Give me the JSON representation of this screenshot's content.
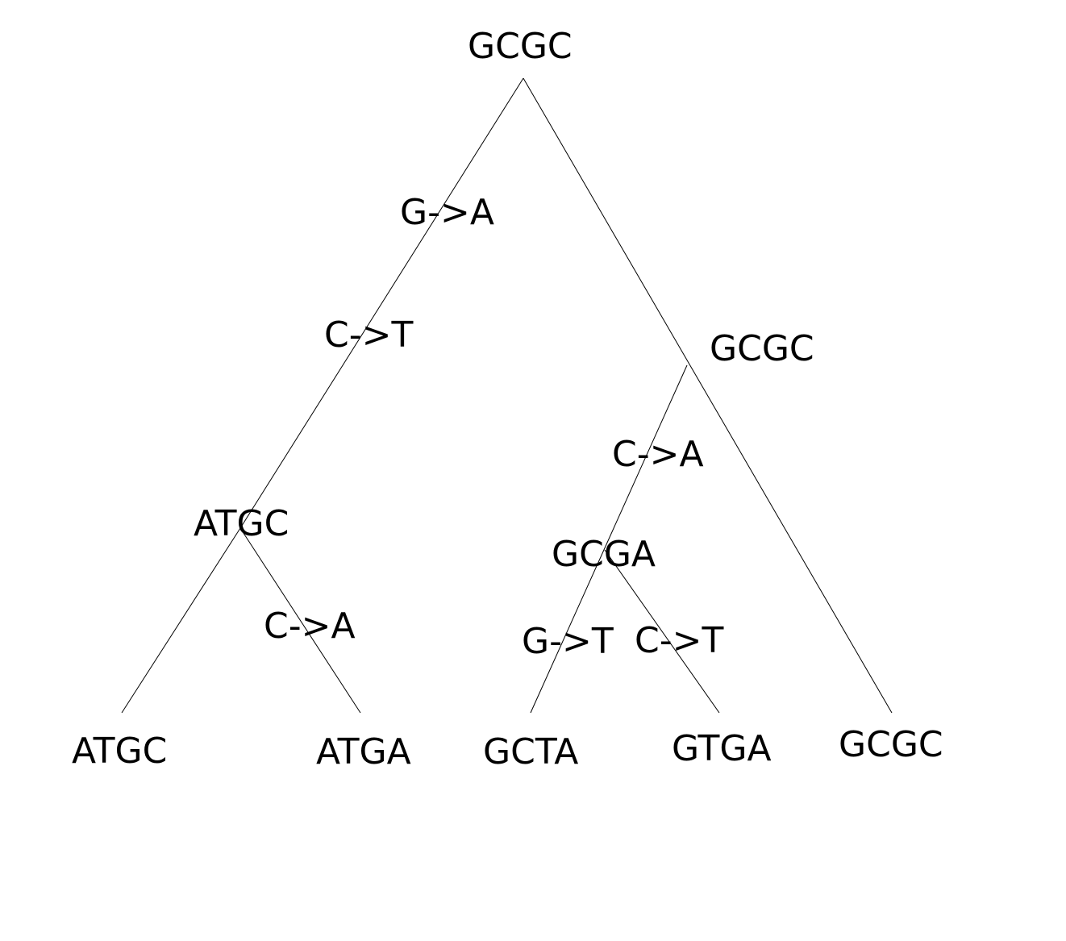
{
  "tree": {
    "nodes": {
      "root": "GCGC",
      "n_left": "ATGC",
      "n_right": "GCGC",
      "n_mid": "GCGA",
      "leaf1": "ATGC",
      "leaf2": "ATGA",
      "leaf3": "GCTA",
      "leaf4": "GTGA",
      "leaf5": "GCGC"
    },
    "mutations": {
      "root_left_1": "G->A",
      "root_left_2": "C->T",
      "right_mid": "C->A",
      "left_leaf2": "C->A",
      "mid_leaf3": "G->T",
      "mid_leaf4": "C->T"
    },
    "edges": [
      {
        "from": "root",
        "to": "n_left",
        "mutations": [
          "root_left_1",
          "root_left_2"
        ]
      },
      {
        "from": "root",
        "to": "leaf5",
        "mutations": []
      },
      {
        "from": "n_right",
        "to": "n_mid",
        "mutations": [
          "right_mid"
        ]
      },
      {
        "from": "n_left",
        "to": "leaf1",
        "mutations": []
      },
      {
        "from": "n_left",
        "to": "leaf2",
        "mutations": [
          "left_leaf2"
        ]
      },
      {
        "from": "n_mid",
        "to": "leaf3",
        "mutations": [
          "mid_leaf3"
        ]
      },
      {
        "from": "n_mid",
        "to": "leaf4",
        "mutations": [
          "mid_leaf4"
        ]
      }
    ]
  }
}
